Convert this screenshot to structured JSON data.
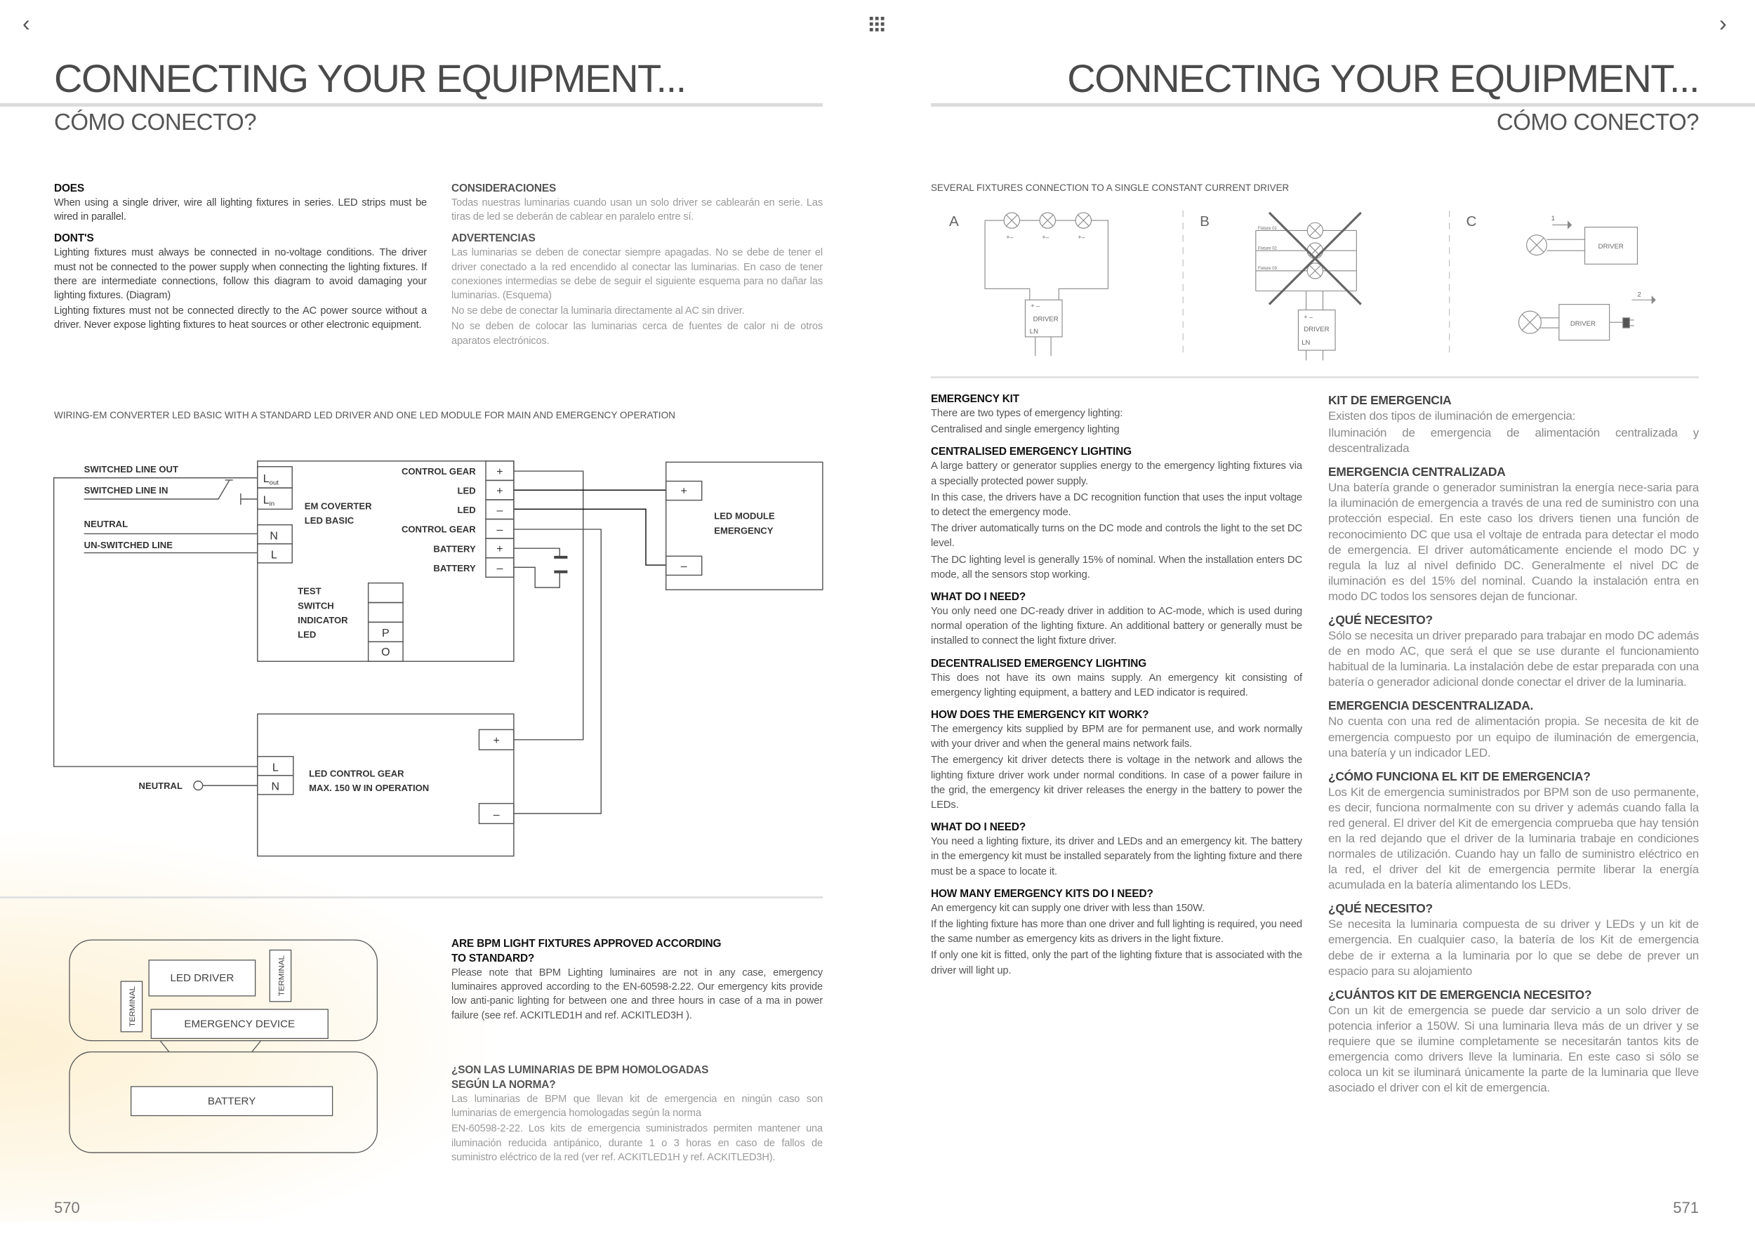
{
  "nav": {
    "prev_icon": "chevron-left-icon",
    "grid_icon": "grid-icon",
    "next_icon": "chevron-right-icon",
    "prev": "‹",
    "next": "›"
  },
  "left_page": {
    "title": "CONNECTING YOUR EQUIPMENT...",
    "subtitle": "CÓMO CONECTO?",
    "does": {
      "heading": "DOES",
      "body": "When using a single driver, wire all lighting fixtures in series. LED strips must be wired in parallel."
    },
    "donts": {
      "heading": "DONT'S",
      "body": [
        "Lighting fixtures must always be connected in no-voltage conditions. The driver must not be connected to the power supply when connecting the lighting fixtures. If there are intermediate connections, follow this diagram to avoid damaging your lighting fixtures. (Diagram)",
        "Lighting fixtures must not be connected directly to the AC power source without a driver. Never expose lighting fixtures to heat sources or other electronic equipment."
      ]
    },
    "consideraciones": {
      "heading": "CONSIDERACIONES",
      "body": "Todas nuestras luminarias cuando usan un solo driver se cablearán en serie. Las tiras de led se deberán de cablear en paralelo entre sí."
    },
    "advertencias": {
      "heading": "ADVERTENCIAS",
      "body": [
        "Las luminarias se deben de conectar siempre apagadas. No se debe de tener el driver conectado a la red encendido al conectar las luminarias. En caso de tener conexiones intermedias se debe de seguir el siguiente esquema para no dañar las luminarias. (Esquema)",
        "No se debe de conectar la luminaria directamente al AC sin driver.",
        "No se deben de colocar las luminarias cerca de fuentes de calor ni de otros aparatos electrónicos."
      ]
    },
    "wiring": {
      "caption": "WIRING-EM CONVERTER LED BASIC WITH A STANDARD LED DRIVER AND ONE LED MODULE FOR MAIN AND EMERGENCY OPERATION",
      "switched_line_out": "SWITCHED LINE OUT",
      "switched_line_in": "SWITCHED LINE IN",
      "neutral": "NEUTRAL",
      "unswitched_line": "UN-SWITCHED LINE",
      "lout": "L",
      "lout_sub": "out",
      "lin": "L",
      "lin_sub": "in",
      "n": "N",
      "l": "L",
      "em_name": [
        "EM COVERTER",
        "LED BASIC"
      ],
      "terminals": [
        {
          "label": "CONTROL GEAR",
          "sign": "+"
        },
        {
          "label": "LED",
          "sign": "+"
        },
        {
          "label": "LED",
          "sign": "–"
        },
        {
          "label": "CONTROL GEAR",
          "sign": "–"
        },
        {
          "label": "BATTERY",
          "sign": "+"
        },
        {
          "label": "BATTERY",
          "sign": "–"
        }
      ],
      "test_labels": [
        "TEST",
        "SWITCH",
        "INDICATOR",
        "LED"
      ],
      "test_cells": [
        "",
        "",
        "P",
        "O"
      ],
      "module_name": [
        "LED MODULE",
        "EMERGENCY"
      ],
      "module_plus": "+",
      "module_minus": "–",
      "gear_name": [
        "LED CONTROL GEAR",
        "MAX. 150 W IN OPERATION"
      ],
      "gear_plus": "+",
      "gear_minus": "–",
      "gear_neutral": "NEUTRAL"
    },
    "block_diagram": {
      "led_driver": "LED DRIVER",
      "terminal": "TERMINAL",
      "emergency_device": "EMERGENCY DEVICE",
      "battery": "BATTERY"
    },
    "approved_en": {
      "heading": [
        "ARE BPM LIGHT FIXTURES APPROVED ACCORDING",
        "TO STANDARD?"
      ],
      "body": "Please note that BPM Lighting luminaires are not in any case, emergency luminaires approved according to the EN-60598-2.22. Our emergency kits provide low anti-panic lighting for between one and three hours in case of a ma in power failure (see ref. ACKITLED1H and ref. ACKITLED3H )."
    },
    "approved_es": {
      "heading": [
        "¿SON LAS LUMINARIAS DE BPM HOMOLOGADAS",
        "SEGÚN LA NORMA?"
      ],
      "body": [
        "Las luminarias de BPM que llevan kit de emergencia en ningún caso son luminarias de emergencia homologadas según la norma",
        "EN-60598-2-22. Los kits de emergencia suministrados permiten mantener una iluminación reducida antipánico, durante 1 o 3 horas en caso de fallos de suministro eléctrico de la red (ver ref. ACKITLED1H y ref. ACKITLED3H)."
      ]
    },
    "page_number": "570"
  },
  "right_page": {
    "title": "CONNECTING YOUR EQUIPMENT...",
    "subtitle": "CÓMO CONECTO?",
    "fixtures": {
      "caption": "SEVERAL FIXTURES CONNECTION TO A SINGLE CONSTANT CURRENT DRIVER",
      "labels": [
        "A",
        "B",
        "C"
      ],
      "driver": "DRIVER",
      "ln": "LN",
      "pm": "+  –",
      "pm_small": "+–",
      "fixtures": [
        "Fixture 01",
        "Fixture 02",
        "Fixture 03"
      ],
      "step1": "1",
      "step2": "2"
    },
    "en": [
      {
        "heading": "EMERGENCY KIT",
        "body": [
          "There are two types of emergency lighting:",
          "Centralised and single emergency lighting"
        ]
      },
      {
        "heading": "CENTRALISED EMERGENCY LIGHTING",
        "body": [
          "A large battery or generator supplies energy to the emergency lighting fixtures via a specially protected power supply.",
          "In this case, the drivers have a DC recognition function that uses the input voltage to detect the emergency mode.",
          "The driver automatically turns on the DC mode and controls the light to the set DC level.",
          "The DC lighting level is generally 15% of nominal. When the installation enters DC mode, all the sensors stop working."
        ]
      },
      {
        "heading": "WHAT DO I NEED?",
        "body": [
          "You only need one DC-ready driver in addition to AC-mode, which is used during normal operation of the lighting fixture. An additional battery or generally must be installed to connect the light fixture driver."
        ]
      },
      {
        "heading": "DECENTRALISED EMERGENCY LIGHTING",
        "body": [
          "This does not have its own mains supply. An emergency kit consisting of emergency lighting equipment, a battery and LED indicator is required."
        ]
      },
      {
        "heading": "HOW DOES THE EMERGENCY KIT WORK?",
        "body": [
          "The emergency kits supplied by BPM are for permanent use, and work normally with your driver and when the general mains network fails.",
          "The emergency kit driver detects there is voltage in the network and allows the lighting fixture driver work under normal conditions. In case of a power failure in the grid, the emergency kit driver releases the energy in the battery to power the LEDs."
        ]
      },
      {
        "heading": "WHAT DO I NEED?",
        "body": [
          "You need a lighting fixture, its driver and LEDs and an emergency kit. The battery in the emergency kit must be installed separately from the lighting fixture and there must be a space to locate it."
        ]
      },
      {
        "heading": "HOW MANY EMERGENCY KITS DO I NEED?",
        "body": [
          "An emergency kit can supply one driver with less than 150W.",
          "If the lighting fixture has more than one driver and full lighting is required, you need the same number as emergency kits as drivers in the light fixture.",
          "If only one kit is fitted, only the part of the lighting fixture that is associated with the driver will light up."
        ]
      }
    ],
    "es": [
      {
        "heading": "KIT DE EMERGENCIA",
        "body": [
          "Existen dos tipos de iluminación de emergencia:",
          "Iluminación de emergencia de alimentación centralizada y descentralizada"
        ]
      },
      {
        "heading": "EMERGENCIA CENTRALIZADA",
        "body": [
          "Una batería grande o generador suministran la energía nece-saria para la iluminación de emergencia a través de una red de suministro con una protección especial. En este caso los drivers tienen una función de reconocimiento DC que usa el voltaje de entrada para detectar el modo de emergencia. El driver automáticamente enciende el modo DC y regula la luz al nivel definido DC. Generalmente el nivel DC de iluminación es del 15% del nominal. Cuando la instalación entra en modo DC todos los sensores dejan de funcionar."
        ]
      },
      {
        "heading": "¿QUÉ NECESITO?",
        "body": [
          "Sólo se necesita un driver preparado para trabajar en modo DC además de en modo AC, que será el que se use durante el funcionamiento habitual de la luminaria. La instalación debe de estar preparada con una batería o generador adicional donde conectar el driver de la luminaria."
        ]
      },
      {
        "heading": "EMERGENCIA DESCENTRALIZADA.",
        "body": [
          "No cuenta con una red de alimentación propia. Se necesita de kit de emergencia compuesto por un equipo de iluminación de emergencia, una batería y un indicador LED."
        ]
      },
      {
        "heading": "¿CÓMO FUNCIONA EL KIT DE EMERGENCIA?",
        "body": [
          "Los Kit de emergencia suministrados por BPM son de uso permanente, es decir, funciona normalmente con su driver y además cuando falla la red general. El driver del Kit de emergencia comprueba que hay tensión en la red dejando que el driver de la luminaria trabaje en condiciones normales de utilización. Cuando hay un fallo de suministro eléctrico en la red, el driver del kit de emergencia permite liberar la energía acumulada en la batería alimentando los LEDs."
        ]
      },
      {
        "heading": "¿QUÉ NECESITO?",
        "body": [
          "Se necesita la luminaria compuesta de su driver y LEDs y un kit de emergencia. En cualquier caso, la batería de los Kit de emergencia debe de ir externa a la luminaria por lo que se debe de prever un espacio para su alojamiento"
        ]
      },
      {
        "heading": "¿CUÁNTOS KIT DE EMERGENCIA NECESITO?",
        "body": [
          "Con un kit de emergencia se puede dar servicio a un solo driver de potencia inferior a 150W. Si una luminaria lleva más de un driver y se requiere que se ilumine completamente se necesitarán tantos kits de emergencia como drivers lleve la luminaria. En este caso si sólo se coloca un kit se iluminará únicamente la parte de la luminaria que lleve asociado el driver con el kit de emergencia."
        ]
      }
    ],
    "page_number": "571"
  },
  "colors": {
    "rule": "#dcdcdc",
    "text": "#444444",
    "muted": "#9a9a9a",
    "glow": "#fdf1d4"
  }
}
